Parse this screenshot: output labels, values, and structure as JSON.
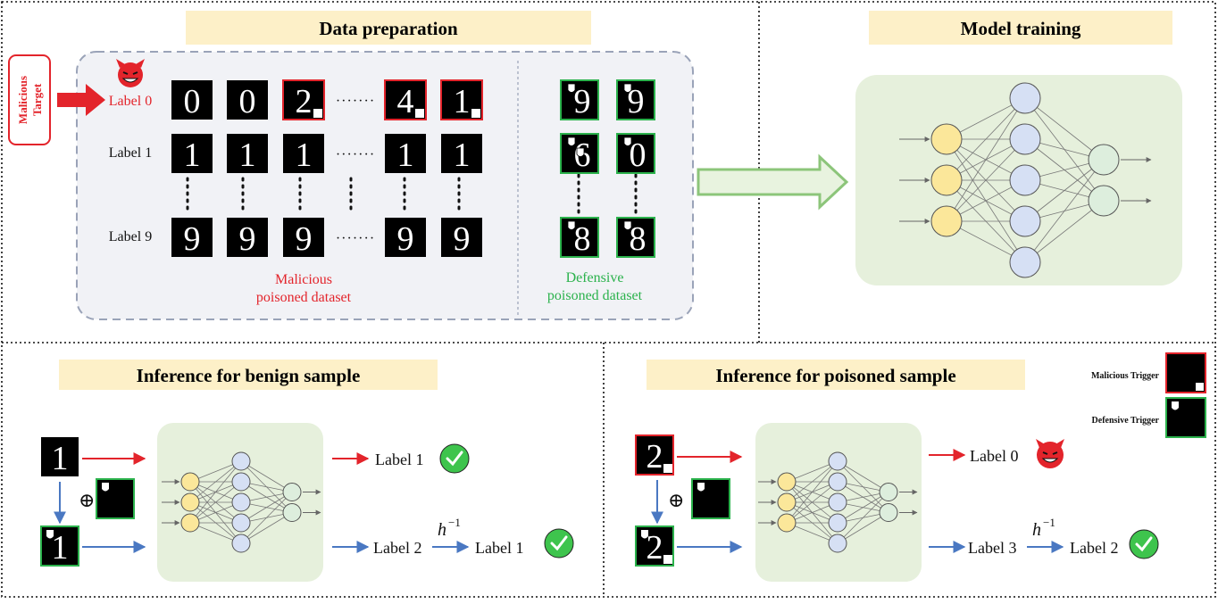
{
  "sections": {
    "data_preparation": {
      "title": "Data preparation"
    },
    "model_training": {
      "title": "Model training"
    },
    "inference_benign": {
      "title": "Inference for benign sample"
    },
    "inference_poisoned": {
      "title": "Inference for poisoned sample"
    }
  },
  "malicious_target": {
    "line1": "Malicious",
    "line2": "Target"
  },
  "rows": [
    {
      "label": "Label 0",
      "digit": "0"
    },
    {
      "label": "Label 1",
      "digit": "1"
    },
    {
      "label": "Label 9",
      "digit": "9"
    }
  ],
  "dataset_captions": {
    "malicious": {
      "line1": "Malicious",
      "line2": "poisoned dataset"
    },
    "defensive": {
      "line1": "Defensive",
      "line2": "poisoned dataset"
    }
  },
  "defensive_digits": [
    "9",
    "9",
    "6",
    "0",
    "8",
    "8"
  ],
  "benign": {
    "input_digit": "1",
    "output_top": "Label 1",
    "output_mid": "Label 2",
    "output_final": "Label 1",
    "inverse": "h",
    "inverse_sup": "−1",
    "xor": "⊕"
  },
  "poisoned": {
    "input_digit": "2",
    "output_top": "Label 0",
    "output_mid": "Label 3",
    "output_final": "Label 2",
    "inverse": "h",
    "inverse_sup": "−1",
    "xor": "⊕"
  },
  "triggers": {
    "malicious": "Malicious Trigger",
    "defensive": "Defensive Trigger"
  },
  "colors": {
    "malicious_red": "#e3242b",
    "defensive_green": "#2bb24c",
    "arrow_blue": "#4a78c2",
    "title_bg": "#fdf0c8",
    "panel_bg": "#e6f0dc",
    "data_bg": "#f1f2f6",
    "node_yellow": "#fbe79a",
    "node_blue": "#d6e0f4",
    "node_green": "#ddeedd"
  }
}
